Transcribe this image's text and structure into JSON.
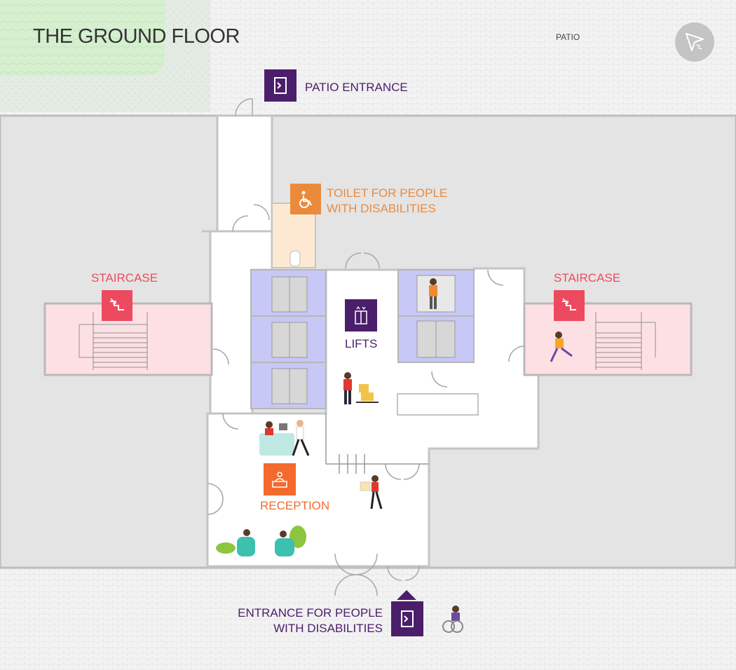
{
  "title": "THE GROUND FLOOR",
  "patio_label": "PATIO",
  "labels": {
    "patio_entrance": "PATIO ENTRANCE",
    "toilet_line1": "TOILET FOR PEOPLE",
    "toilet_line2": "WITH DISABILITIES",
    "staircase_left": "STAIRCASE",
    "staircase_right": "STAIRCASE",
    "lifts": "LIFTS",
    "reception": "RECEPTION",
    "entrance_line1": "ENTRANCE FOR PEOPLE",
    "entrance_line2": "WITH DISABILITIES"
  },
  "icons": {
    "compass": "navigation-cursor-icon",
    "patio_entrance": "door-entrance-icon",
    "toilet": "wheelchair-icon",
    "staircase": "stairs-icon",
    "lifts": "elevator-icon",
    "reception": "reception-desk-icon",
    "entrance": "door-entrance-icon"
  },
  "colors": {
    "purple": "#4b1e6b",
    "orange": "#ec8a3c",
    "red": "#ee4a5f",
    "reception_orange": "#f26a2e",
    "green_patch": "#d6f0d0",
    "stair_pink": "#fde0e4",
    "lift_blue": "#c7c8f5",
    "toilet_peach": "#fde9d2",
    "text_dark": "#333333"
  }
}
